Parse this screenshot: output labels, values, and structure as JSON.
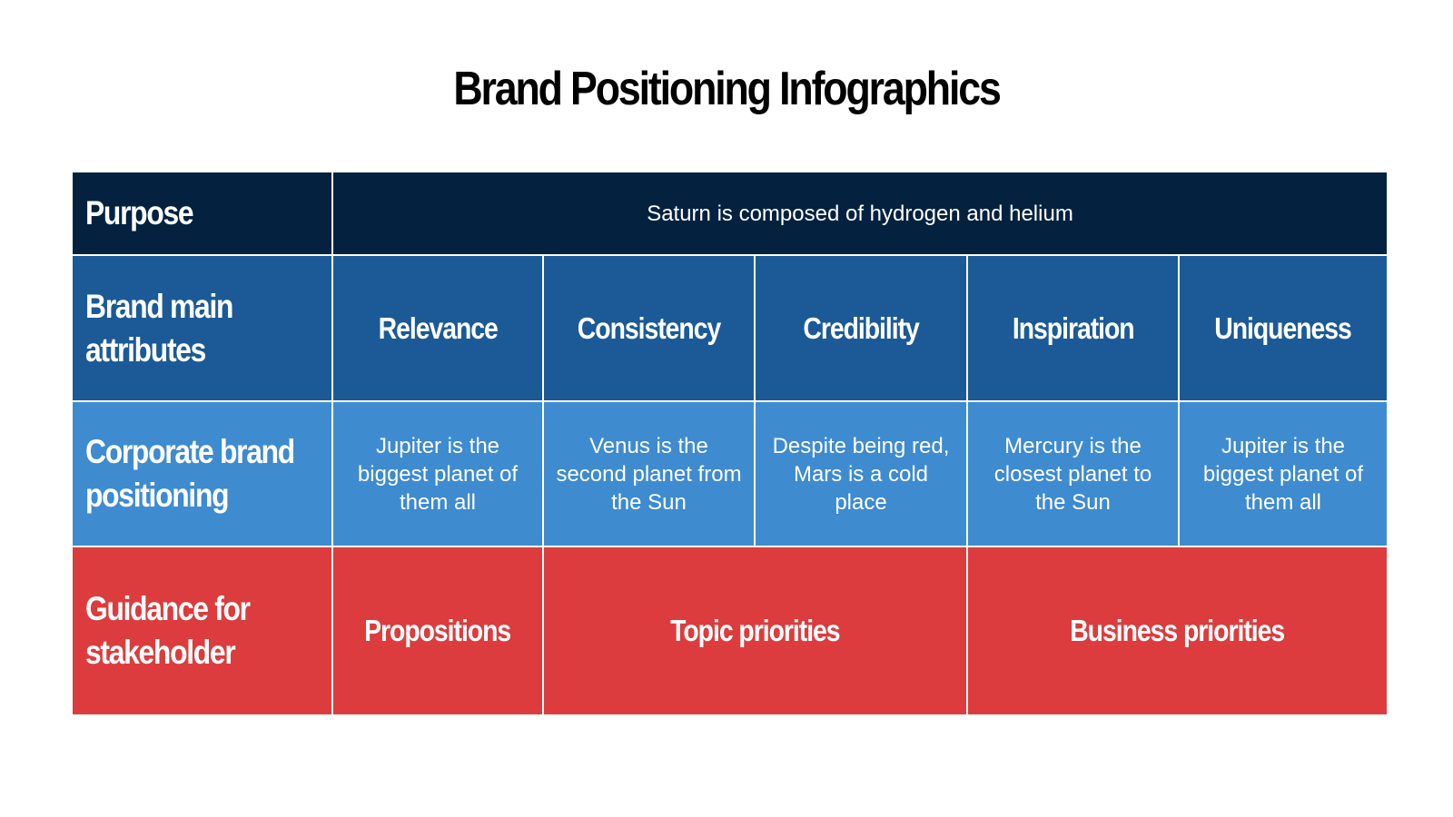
{
  "slide": {
    "title": "Brand Positioning Infographics"
  },
  "colors": {
    "purpose_row": "#04223f",
    "attributes_row": "#1b5a96",
    "corporate_row": "#3e8bd0",
    "guidance_row": "#dc3c3d",
    "text": "#ffffff",
    "background": "#ffffff"
  },
  "table": {
    "purpose": {
      "label": "Purpose",
      "value": "Saturn is composed of hydrogen and helium"
    },
    "attributes": {
      "label_line1": "Brand main",
      "label_line2": "attributes",
      "items": [
        "Relevance",
        "Consistency",
        "Credibility",
        "Inspiration",
        "Uniqueness"
      ]
    },
    "corporate": {
      "label_line1": "Corporate brand",
      "label_line2": "positioning",
      "items": [
        "Jupiter is the biggest planet of them all",
        "Venus is the second planet from the Sun",
        "Despite being red, Mars is a cold place",
        "Mercury is the closest planet to the Sun",
        "Jupiter is the biggest planet of them all"
      ]
    },
    "guidance": {
      "label_line1": "Guidance for",
      "label_line2": "stakeholder",
      "items": [
        "Propositions",
        "Topic priorities",
        "Business priorities"
      ]
    }
  }
}
